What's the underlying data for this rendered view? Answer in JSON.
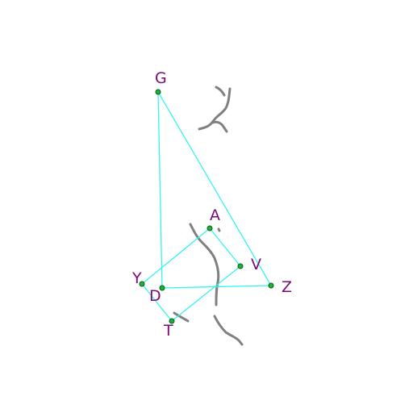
{
  "colors": {
    "background": "#ffffff",
    "edge": "#33f5f0",
    "point_fill": "#1bb33a",
    "point_stroke": "#0a5c1a",
    "label": "#7a0a7a",
    "sketch": "#808080"
  },
  "points": {
    "G": "G",
    "A": "A",
    "V": "V",
    "Z": "Z",
    "Y": "Y",
    "D": "D",
    "T": "T"
  },
  "edges": [
    [
      "G",
      "Z"
    ],
    [
      "G",
      "D"
    ],
    [
      "D",
      "Z"
    ],
    [
      "A",
      "V"
    ],
    [
      "V",
      "T"
    ],
    [
      "T",
      "Y"
    ],
    [
      "Y",
      "A"
    ]
  ]
}
